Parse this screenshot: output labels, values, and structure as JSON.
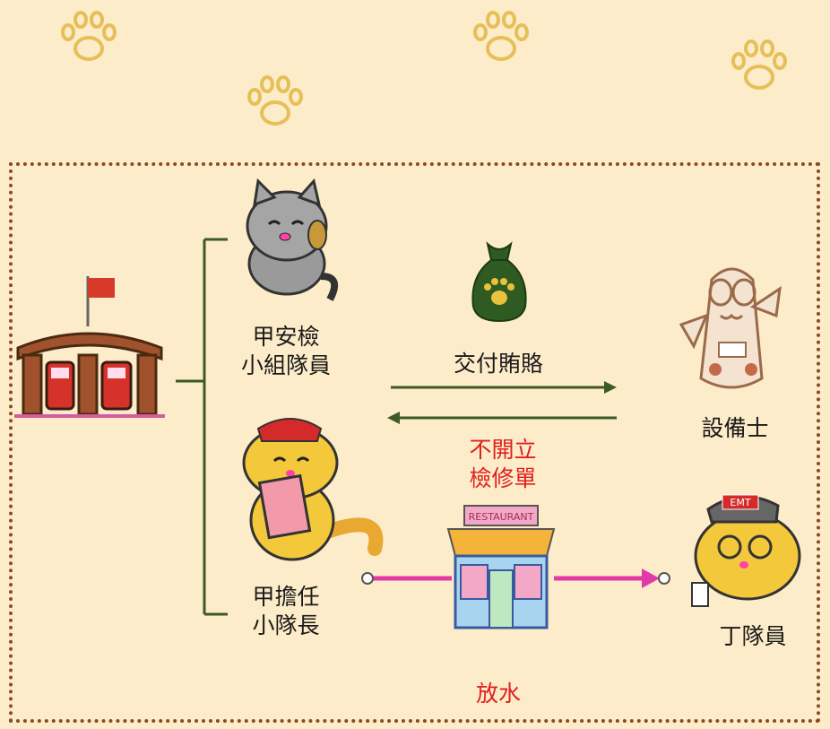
{
  "labels": {
    "member_a": "甲安檢\n小組隊員",
    "bribe": "交付賄賂",
    "equipment_vendor": "設備士",
    "no_repair_order": "不開立\n檢修單",
    "squad_leader": "甲擔任\n小隊長",
    "member_d": "丁隊員",
    "release": "放水"
  },
  "badges": {
    "restaurant_sign": "RESTAURANT",
    "emt_cap": "EMT"
  },
  "colors": {
    "background": "#fdecc9",
    "border": "#8a4a24",
    "tree_line": "#3c5a24",
    "arrow_green": "#3c5a24",
    "arrow_magenta": "#e23aa8",
    "highlight_text": "#e02020",
    "paw": "#e7bf58"
  },
  "icons": [
    "paw-print-icon",
    "fire-station-icon",
    "gray-cat-icon",
    "money-bag-icon",
    "device-vendor-icon",
    "orange-cat-leader-icon",
    "restaurant-icon",
    "emt-cat-icon"
  ]
}
